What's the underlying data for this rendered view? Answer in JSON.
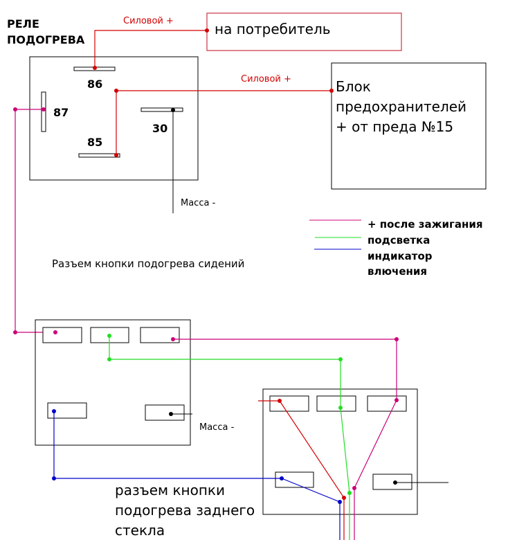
{
  "relay": {
    "title_line1": "РЕЛЕ",
    "title_line2": "ПОДОГРЕВА",
    "pin86": "86",
    "pin87": "87",
    "pin85": "85",
    "pin30": "30"
  },
  "labels": {
    "power1": "Силовой +",
    "power2": "Силовой +",
    "ground_relay": "Масса -",
    "ground_button": "Масса -",
    "seat_connector": "Разъем кнопки подогрева сидений"
  },
  "consumer": {
    "text": "на потребитель"
  },
  "fuse_box": {
    "line1": "Блок",
    "line2": "предохранителей",
    "line3": "+ от преда №15"
  },
  "legend": {
    "item1": "+ после зажигания",
    "item2": "подсветка",
    "item3_line1": "индикатор",
    "item3_line2": "влючения"
  },
  "rear": {
    "line1": "разъем кнопки",
    "line2": "подогрева заднего",
    "line3": "стекла"
  },
  "colors": {
    "power": "#d40000",
    "ignition": "#cc0077",
    "backlight": "#22dd22",
    "indicator": "#0000cc",
    "ground": "#000000"
  }
}
